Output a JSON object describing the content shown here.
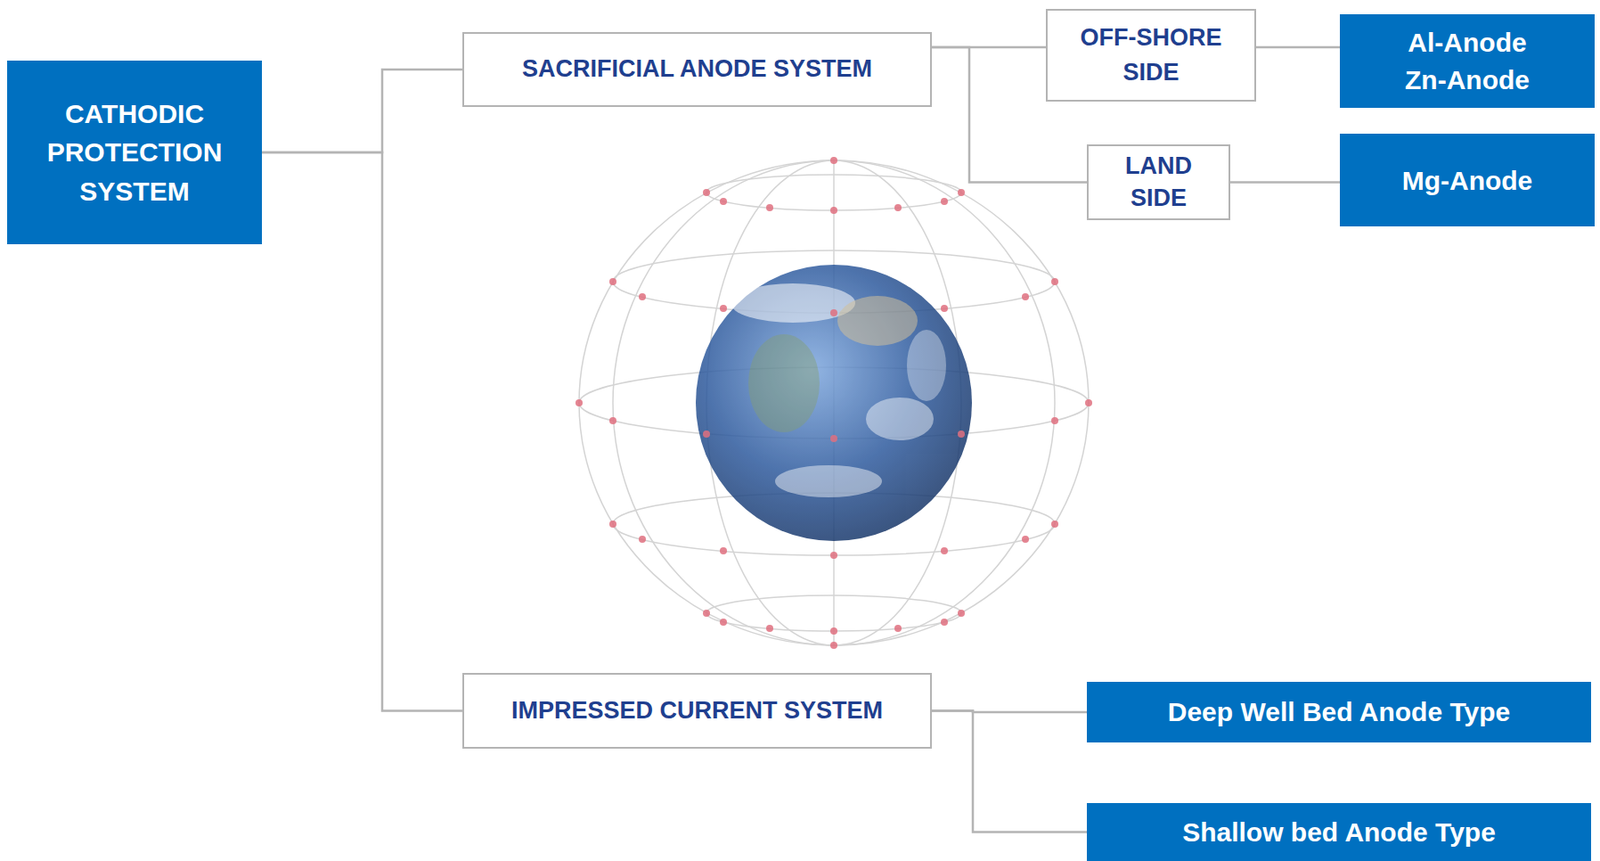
{
  "diagram": {
    "nodes": [
      {
        "text": [
          "CATHODIC PROTECTION SYSTEM"
        ]
      },
      {
        "text": [
          "SACRIFICIAL ANODE SYSTEM"
        ]
      },
      {
        "text": [
          "OFF-SHORE SIDE"
        ]
      },
      {
        "text": [
          "Al-Anode",
          "Zn-Anode"
        ]
      },
      {
        "text": [
          "LAND SIDE"
        ]
      },
      {
        "text": [
          "Mg-Anode"
        ]
      },
      {
        "text": [
          "IMPRESSED CURRENT SYSTEM"
        ]
      },
      {
        "text": [
          "Deep Well Bed Anode Type"
        ]
      },
      {
        "text": [
          "Shallow bed Anode Type"
        ]
      }
    ],
    "edges": [
      {
        "from": 0,
        "to": 1,
        "arrow": "none"
      },
      {
        "from": 0,
        "to": 6,
        "arrow": "none"
      },
      {
        "from": 1,
        "to": 2,
        "arrow": "none"
      },
      {
        "from": 1,
        "to": 4,
        "arrow": "none"
      },
      {
        "from": 2,
        "to": 3,
        "arrow": "none"
      },
      {
        "from": 4,
        "to": 5,
        "arrow": "none"
      },
      {
        "from": 6,
        "to": 7,
        "arrow": "none"
      },
      {
        "from": 6,
        "to": 8,
        "arrow": "none"
      }
    ]
  }
}
